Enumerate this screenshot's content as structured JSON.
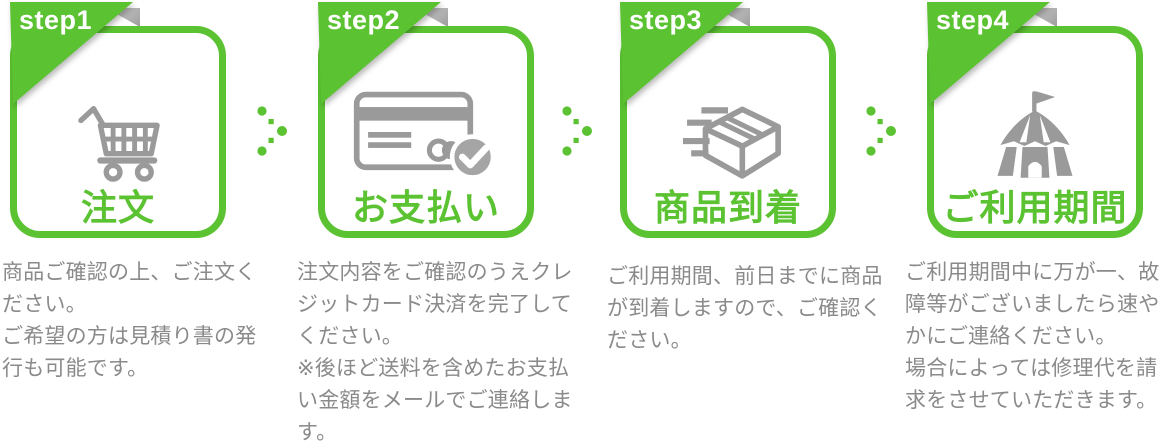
{
  "diagram_title": "rental-order-flow",
  "colors": {
    "accent_green": "#5bc232",
    "icon_gray": "#9a9a9a",
    "badge_gray": "#a5a5a5",
    "fold_gray": "#bdbdbd",
    "body_text_gray": "#8a8a8a",
    "badge_text": "#ffffff"
  },
  "arrow": {
    "icon": "dotted-chevron-right-arrow"
  },
  "steps": [
    {
      "badge": "step1",
      "title": "注文",
      "icon": "shopping-cart-icon",
      "description": "商品ご確認の上、ご注文ください。\nご希望の方は見積り書の発行も可能です。"
    },
    {
      "badge": "step2",
      "title": "お支払い",
      "icon": "credit-card-check-icon",
      "description": "注文内容をご確認のうえクレジットカード決済を完了してください。\n※後ほど送料を含めたお支払い金額をメールでご連絡します。"
    },
    {
      "badge": "step3",
      "title": "商品到着",
      "icon": "shipping-box-icon",
      "description": "ご利用期間、前日までに商品が到着しますので、ご確認ください。"
    },
    {
      "badge": "step4",
      "title": "ご利用期間",
      "icon": "circus-tent-icon",
      "description": "ご利用期間中に万が一、故障等がございましたら速やかにご連絡ください。\n場合によっては修理代を請求をさせていただきます。"
    }
  ]
}
